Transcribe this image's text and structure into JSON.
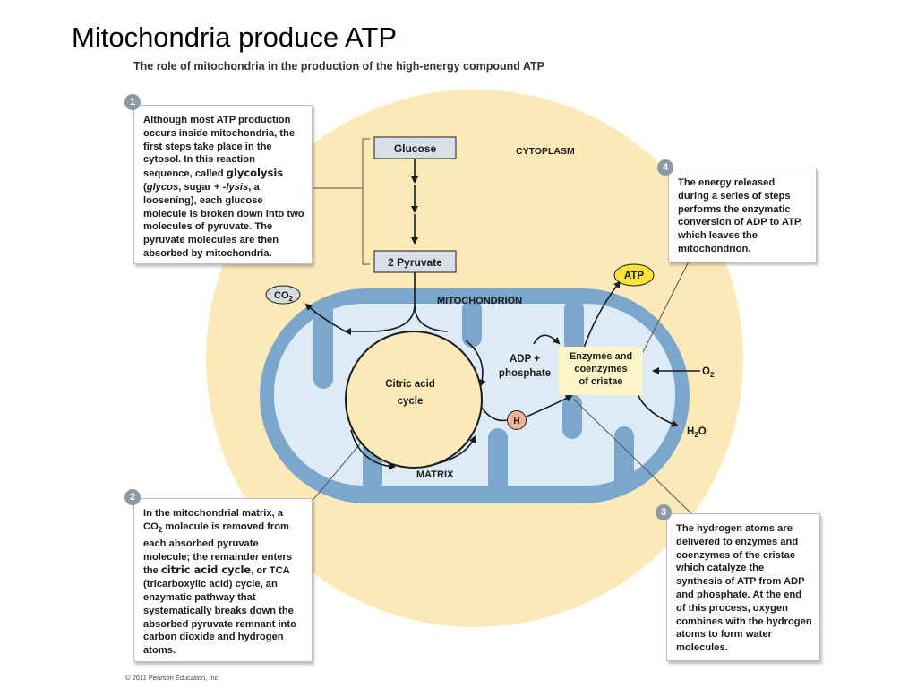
{
  "slide_title": "Mitochondria produce ATP",
  "figure_title": "The role of mitochondria in the production of the high-energy compound ATP",
  "labels": {
    "glucose": "Glucose",
    "pyruvate": "2 Pyruvate",
    "cytoplasm": "CYTOPLASM",
    "mitochondrion": "MITOCHONDRION",
    "matrix": "MATRIX",
    "citric_line1": "Citric acid",
    "citric_line2": "cycle",
    "adp_line1": "ADP +",
    "adp_line2": "phosphate",
    "enzymes_line1": "Enzymes and",
    "enzymes_line2": "coenzymes",
    "enzymes_line3": "of cristae",
    "atp": "ATP",
    "h": "H",
    "co2_base": "CO",
    "co2_sub": "2",
    "o2_base": "O",
    "o2_sub": "2",
    "h2o_h": "H",
    "h2o_sub": "2",
    "h2o_o": "O"
  },
  "steps": [
    {
      "number": "1",
      "parts": [
        "Although most ATP production occurs inside mitochondria, the first steps take place in the cytosol. In this reaction sequence, called ",
        "glycolysis",
        " (",
        "glycos",
        ", sugar + ",
        "-lysis",
        ", a loosening), each glucose molecule is broken down into two molecules of pyruvate. The pyruvate molecules are then absorbed by mitochondria."
      ]
    },
    {
      "number": "2",
      "parts": [
        "In the mitochondrial matrix, a CO",
        "2",
        " molecule is removed from each absorbed pyruvate molecule; the remainder enters the ",
        "citric acid cycle",
        ", or TCA (tricarboxylic acid) cycle, an enzymatic pathway that systematically breaks down the absorbed pyruvate remnant into carbon dioxide and hydrogen atoms."
      ]
    },
    {
      "number": "3",
      "text": "The hydrogen atoms are delivered to enzymes and coenzymes of the cristae which catalyze the synthesis of ATP from ADP and phosphate. At the end of this process, oxygen combines with the hydrogen atoms to form water molecules."
    },
    {
      "number": "4",
      "text": "The energy released during a series of steps performs the enzymatic conversion of ADP to ATP, which leaves the mitochondrion."
    }
  ],
  "copyright": "© 2011 Pearson Education, Inc.",
  "colors": {
    "cytoplasm": "#fbe9b8",
    "membrane": "#7ba7cc",
    "matrix": "#dcebf6",
    "atp": "#f7e23a",
    "h_atom": "#f3b295",
    "co2": "#d6dbe0",
    "enzyme_box": "#fdf4c8"
  }
}
